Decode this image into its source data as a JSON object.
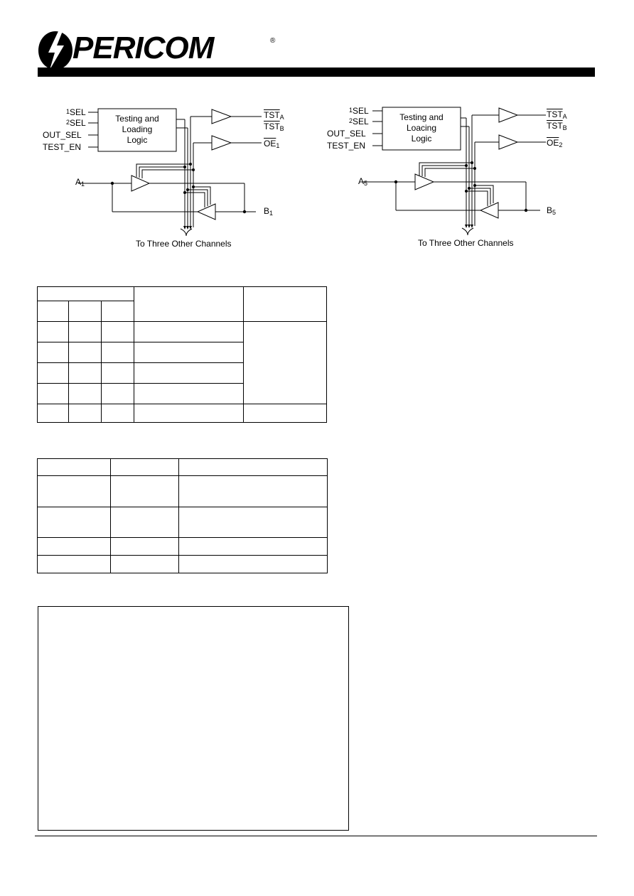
{
  "header": {
    "brand_name": "PERICOM",
    "registered_mark": "®"
  },
  "diagrams": [
    {
      "box_lines": [
        "Testing and",
        "Loading",
        "Logic"
      ],
      "inputs": {
        "sel1_pre": "1",
        "sel1": "SEL",
        "sel2_pre": "2",
        "sel2": "SEL",
        "out_sel": "OUT_SEL",
        "test_en": "TEST_EN"
      },
      "tst_a": "TST",
      "tst_a_sub": "A",
      "tst_b": "TST",
      "tst_b_sub": "B",
      "oe": "OE",
      "oe_sub": "1",
      "a_port": "A",
      "a_sub": "1",
      "b_port": "B",
      "b_sub": "1",
      "footer": "To Three Other Channels"
    },
    {
      "box_lines": [
        "Testing and",
        "Loacing",
        "Logic"
      ],
      "inputs": {
        "sel1_pre": "1",
        "sel1": "SEL",
        "sel2_pre": "2",
        "sel2": "SEL",
        "out_sel": "OUT_SEL",
        "test_en": "TEST_EN"
      },
      "tst_a": "TST",
      "tst_a_sub": "A",
      "tst_b": "TST",
      "tst_b_sub": "B",
      "oe": "OE",
      "oe_sub": "2",
      "a_port": "A",
      "a_sub": "5",
      "b_port": "B",
      "b_sub": "5",
      "footer": "To Three Other Channels"
    }
  ]
}
